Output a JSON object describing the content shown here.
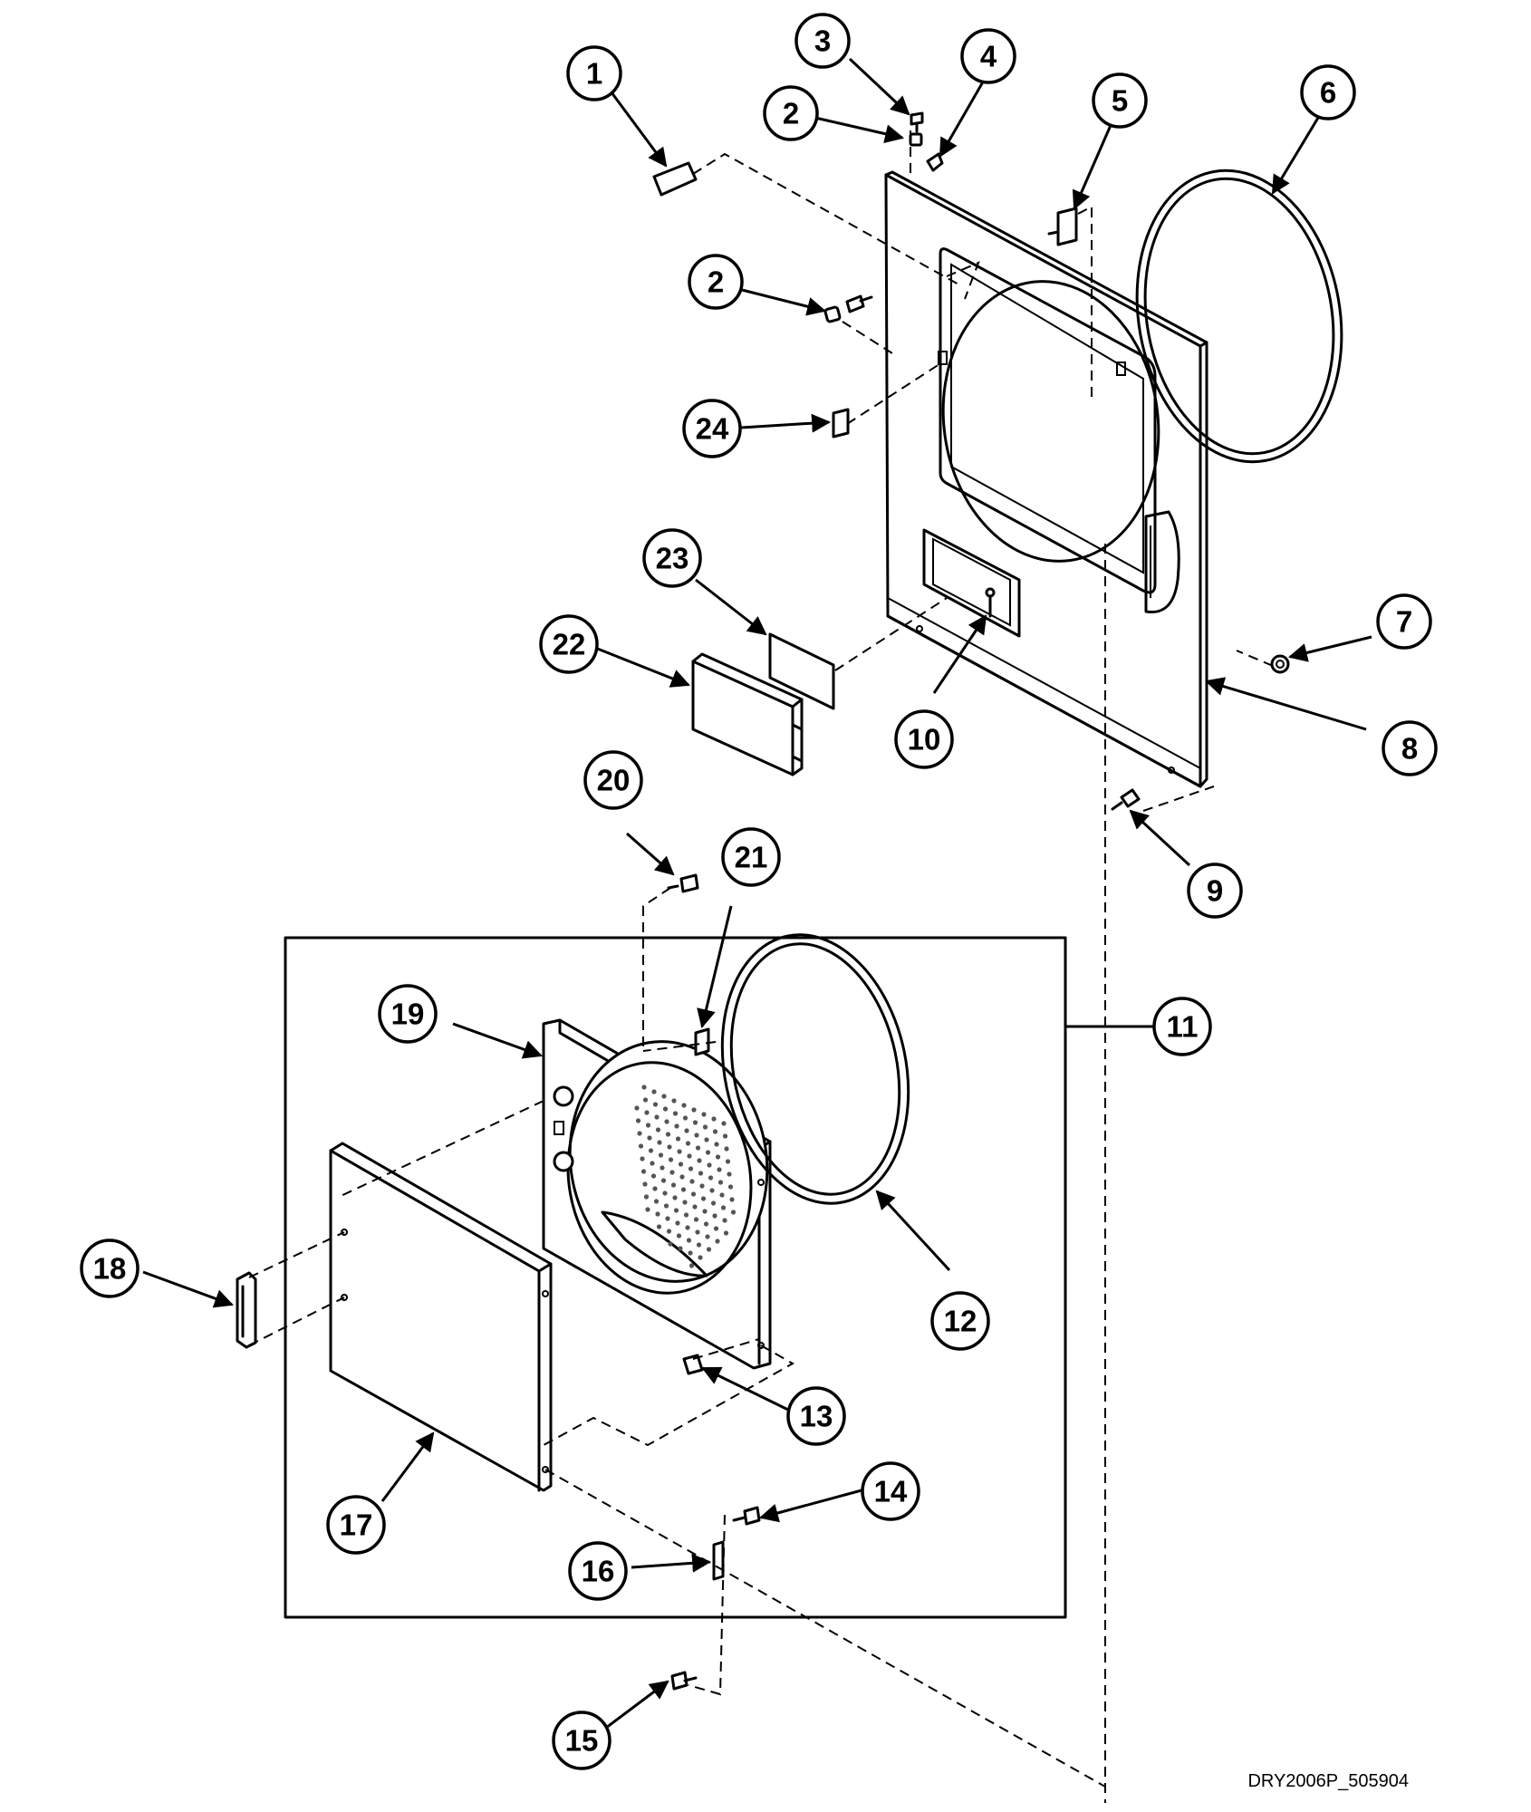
{
  "callouts": [
    {
      "id": "c1",
      "label": "1"
    },
    {
      "id": "c2a",
      "label": "2"
    },
    {
      "id": "c3",
      "label": "3"
    },
    {
      "id": "c4",
      "label": "4"
    },
    {
      "id": "c5",
      "label": "5"
    },
    {
      "id": "c6",
      "label": "6"
    },
    {
      "id": "c2b",
      "label": "2"
    },
    {
      "id": "c24",
      "label": "24"
    },
    {
      "id": "c23",
      "label": "23"
    },
    {
      "id": "c22",
      "label": "22"
    },
    {
      "id": "c10",
      "label": "10"
    },
    {
      "id": "c7",
      "label": "7"
    },
    {
      "id": "c8",
      "label": "8"
    },
    {
      "id": "c9",
      "label": "9"
    },
    {
      "id": "c20",
      "label": "20"
    },
    {
      "id": "c21",
      "label": "21"
    },
    {
      "id": "c19",
      "label": "19"
    },
    {
      "id": "c11",
      "label": "11"
    },
    {
      "id": "c18",
      "label": "18"
    },
    {
      "id": "c12",
      "label": "12"
    },
    {
      "id": "c13",
      "label": "13"
    },
    {
      "id": "c14",
      "label": "14"
    },
    {
      "id": "c17",
      "label": "17"
    },
    {
      "id": "c16",
      "label": "16"
    },
    {
      "id": "c15",
      "label": "15"
    }
  ],
  "footer": {
    "drawing_code": "DRY2006P_505904"
  }
}
